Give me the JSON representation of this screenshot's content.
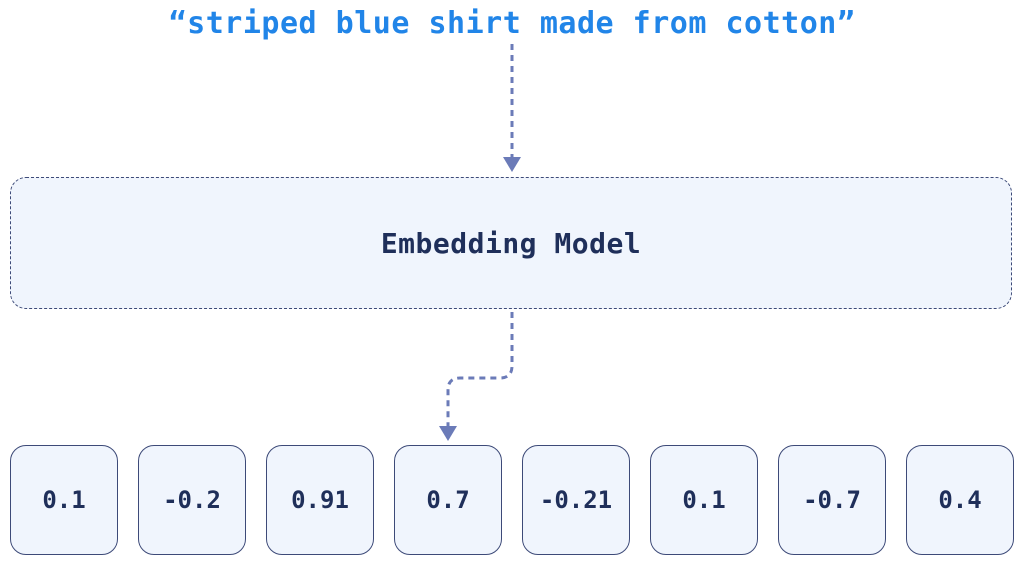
{
  "input": {
    "text": "“striped blue shirt made from cotton”"
  },
  "model": {
    "label": "Embedding Model"
  },
  "vector": {
    "values": [
      "0.1",
      "-0.2",
      "0.91",
      "0.7",
      "-0.21",
      "0.1",
      "-0.7",
      "0.4"
    ]
  },
  "colors": {
    "input_text": "#2185e8",
    "connector": "#6b7bb8",
    "box_border": "#3d4a78",
    "box_fill": "#f0f5fd",
    "label_text": "#1f2f5a"
  }
}
